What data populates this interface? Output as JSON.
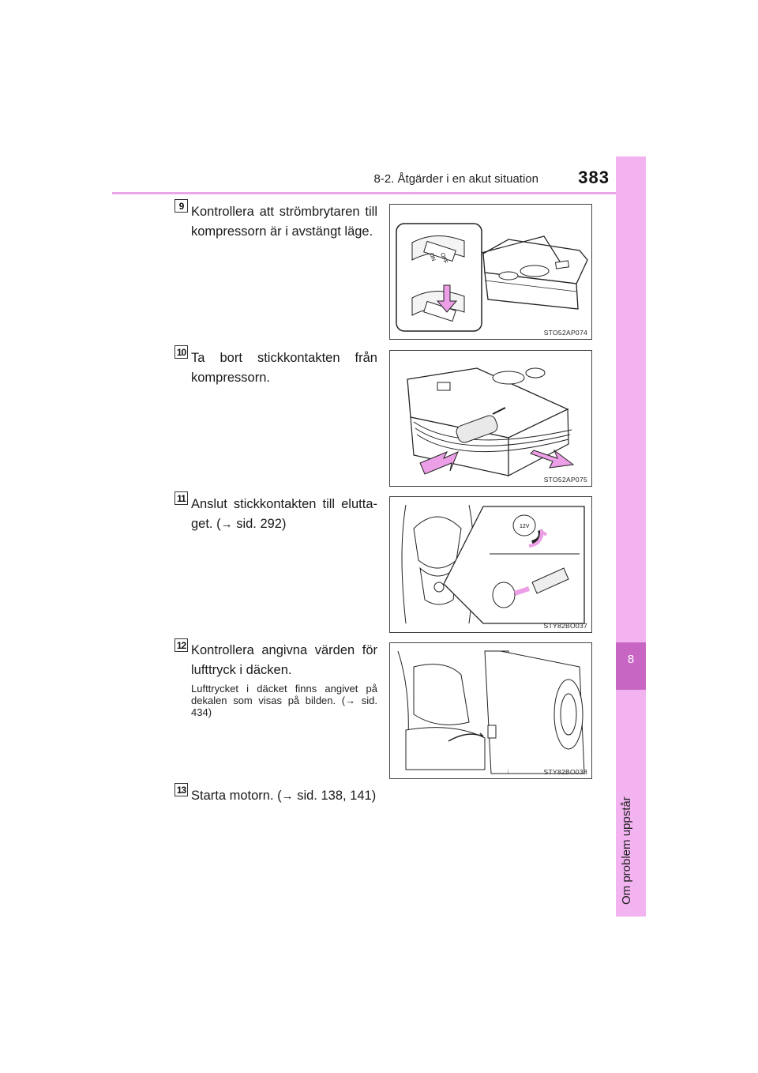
{
  "header": {
    "section": "8-2. Åtgärder i en akut situation",
    "page_number": "383"
  },
  "side_tab": {
    "chapter_number": "8",
    "chapter_title": "Om problem uppstår"
  },
  "steps": [
    {
      "number": "9",
      "text": "Kontrollera att strömbrytaren till kompressorn är i avstängt läge.",
      "figure_code": "STO52AP074"
    },
    {
      "number": "10",
      "line1": "Ta bort stickkontakten från",
      "line2": "kompressorn.",
      "figure_code": "STO52AP075"
    },
    {
      "number": "11",
      "line1": "Anslut stickkontakten till elutta-",
      "line2_pre": "get. (",
      "arrow": "→",
      "line2_post": " sid. 292)",
      "figure_code": "STY82BO037"
    },
    {
      "number": "12",
      "text": "Kontrollera angivna värden för lufttryck i däcken.",
      "note_pre": "Lufttrycket i däcket finns angivet på dekalen som visas på bilden. (",
      "note_arrow": "→",
      "note_post": " sid. 434)",
      "figure_code": "STY82BO038"
    },
    {
      "number": "13",
      "text_pre": "Starta motorn. (",
      "arrow": "→",
      "text_post": " sid. 138, 141)"
    }
  ],
  "figure_labels": {
    "switch_on": "ON",
    "switch_off": "OFF",
    "socket_12v": "12V"
  },
  "colors": {
    "accent_pink": "#f2b3f0",
    "accent_dark": "#c866c4",
    "arrow_pink": "#ec9fe6"
  }
}
